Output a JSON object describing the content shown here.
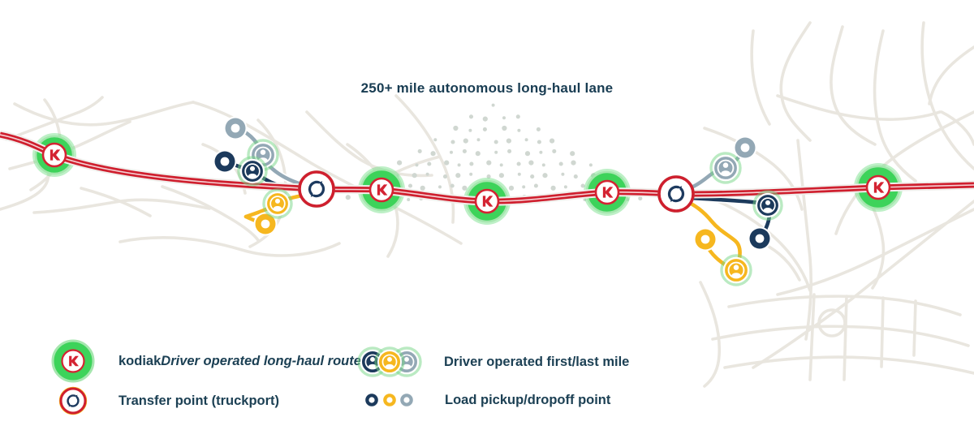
{
  "title": "250+ mile autonomous long-haul lane",
  "colors": {
    "route_red": "#cf1f2e",
    "kodiak_green": "#3dd35a",
    "navy": "#1c3a5c",
    "yellow": "#f6b71f",
    "gray_blue": "#93a8b5",
    "road_gray": "#e9e6df",
    "text_navy": "#1c4054"
  },
  "legend": {
    "long_haul": {
      "icon": "kodiak-marker-icon",
      "brand": "kodiak",
      "rest": "Driver operated long-haul route"
    },
    "transfer": {
      "icon": "transfer-point-icon",
      "label": "Transfer point (truckport)"
    },
    "first_last": {
      "icon": "driver-circles-icon",
      "label": "Driver operated first/last mile"
    },
    "load": {
      "icon": "load-points-icon",
      "label": "Load pickup/dropoff point"
    }
  }
}
